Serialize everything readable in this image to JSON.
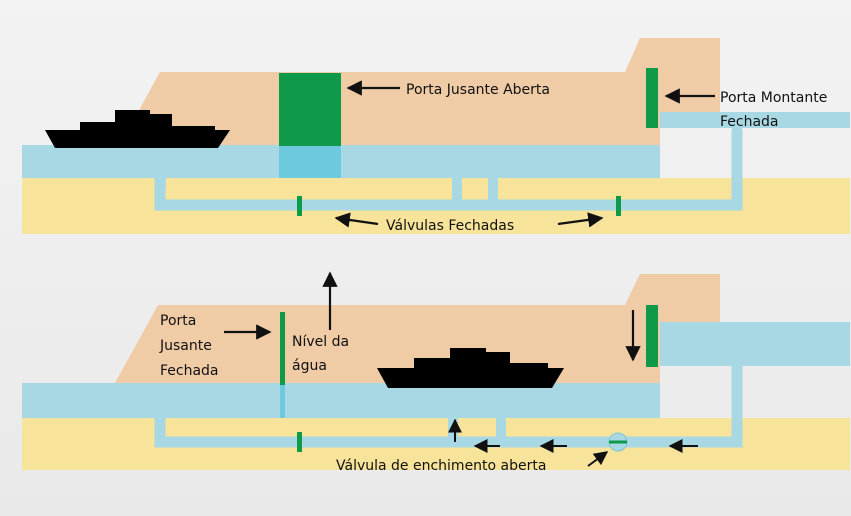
{
  "top_panel": {
    "label_downstream_gate": "Porta Jusante Aberta",
    "label_upstream_gate_line1": "Porta Montante",
    "label_upstream_gate_line2": "Fechada",
    "label_valves": "Válvulas Fechadas"
  },
  "bottom_panel": {
    "label_downstream_gate_line1": "Porta",
    "label_downstream_gate_line2": "Jusante",
    "label_downstream_gate_line3": "Fechada",
    "label_water_level_line1": "Nível da",
    "label_water_level_line2": "água",
    "label_filling_valve": "Válvula de enchimento aberta"
  },
  "colors": {
    "ground": "#f7e49a",
    "walls": "#efcba6",
    "water": "#a8d8e4",
    "gate": "#0e9a48",
    "boat": "#000000",
    "background": "#efefef"
  },
  "icons": [
    "boat-icon",
    "arrow-icon",
    "valve-icon"
  ]
}
